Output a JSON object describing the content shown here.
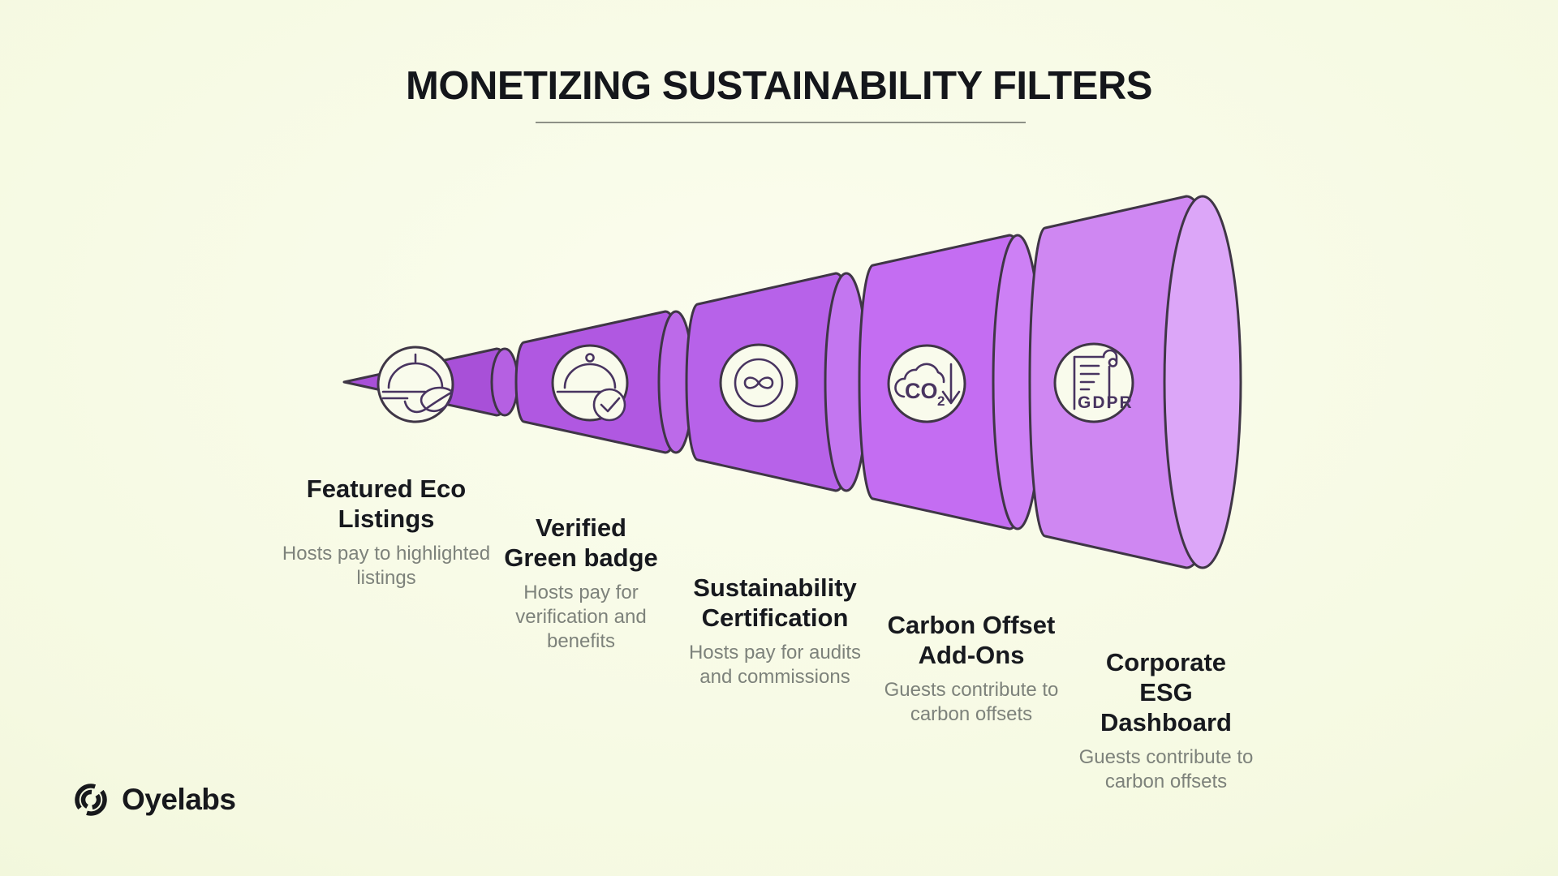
{
  "title": "MONETIZING SUSTAINABILITY FILTERS",
  "brand": {
    "name": "Oyelabs"
  },
  "colors": {
    "background": "#f5f9e1",
    "outline": "#3f3646",
    "icon_circle_fill": "#f9fbec",
    "icon_glyph": "#483460",
    "heading_text": "#17191e",
    "description_text": "#7d827b",
    "stage_fills": [
      "#a850d8",
      "#b058e1",
      "#b762e9",
      "#c46df2",
      "#cf87f2"
    ],
    "stage_cap_fills": [
      "#b560e2",
      "#bc6ae9",
      "#c376f0",
      "#cd80f5",
      "#dca6f8"
    ]
  },
  "funnel": {
    "stages": [
      {
        "heading": "Featured Eco Listings",
        "description": "Hosts pay to highlighted listings",
        "icon": "eco-dish-leaf-icon"
      },
      {
        "heading": "Verified Green badge",
        "description": "Hosts pay for verification and benefits",
        "icon": "verified-dish-check-icon"
      },
      {
        "heading": "Sustainability Certification",
        "description": "Hosts pay for audits and commissions",
        "icon": "infinity-loop-icon"
      },
      {
        "heading": "Carbon Offset Add-Ons",
        "description": "Guests contribute to carbon offsets",
        "icon": "co2-reduction-icon",
        "icon_text_main": "CO",
        "icon_text_sub": "2"
      },
      {
        "heading": "Corporate ESG Dashboard",
        "description": "Guests contribute to carbon offsets",
        "icon": "gdpr-scroll-icon",
        "icon_text": "GDPR"
      }
    ]
  }
}
